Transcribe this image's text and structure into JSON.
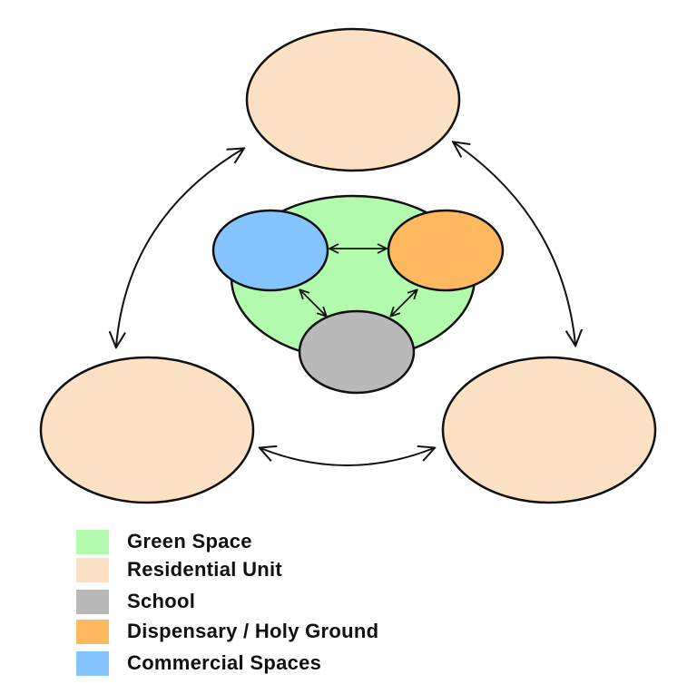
{
  "colors": {
    "green_space": "#b2fbae",
    "residential": "#fde1c5",
    "school": "#b9b9b9",
    "dispensary": "#fdb860",
    "commercial": "#85c4ff",
    "outline": "#111111"
  },
  "legend": [
    {
      "label": "Green Space",
      "color": "#b2fbae"
    },
    {
      "label": "Residential Unit",
      "color": "#fde1c5"
    },
    {
      "label": "School",
      "color": "#b9b9b9"
    },
    {
      "label": "Dispensary / Holy Ground",
      "color": "#fdb860"
    },
    {
      "label": "Commercial Spaces",
      "color": "#85c4ff"
    }
  ]
}
